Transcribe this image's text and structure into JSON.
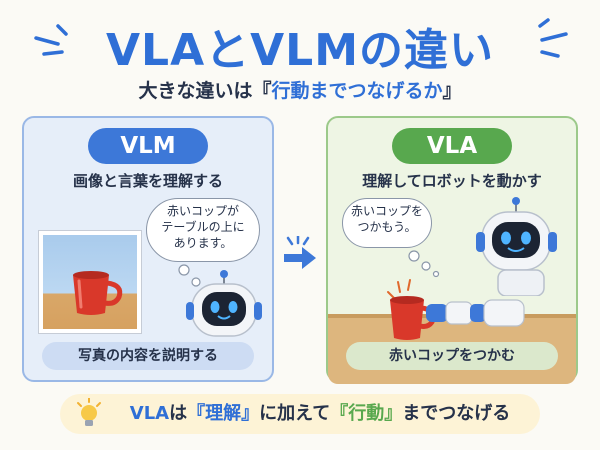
{
  "header": {
    "title": "VLAとVLMの違い",
    "subtitle_prefix": "大きな違いは『",
    "subtitle_highlight": "行動までつなげるか",
    "subtitle_suffix": "』"
  },
  "vlm": {
    "badge": "VLM",
    "heading": "画像と言葉を理解する",
    "bubble_lines": [
      "赤いコップが",
      "テーブルの上に",
      "あります。"
    ],
    "bottom_label": "写真の内容を説明する"
  },
  "vla": {
    "badge": "VLA",
    "heading": "理解してロボットを動かす",
    "bubble_lines": [
      "赤いコップを",
      "つかもう。"
    ],
    "bottom_label": "赤いコップをつかむ"
  },
  "footer": {
    "part1": "VLA",
    "part2": "は",
    "part3": "『理解』",
    "part4": "に加えて",
    "part5": "『行動』",
    "part6": "までつなげる"
  },
  "colors": {
    "title_blue": "#2f6fd6",
    "vlm_accent": "#3d78d8",
    "vla_accent": "#58a84e",
    "cup_red": "#d9382a"
  },
  "icons": [
    "robot-icon",
    "red-cup-icon",
    "right-arrow-icon",
    "lightbulb-icon",
    "sparkle-icon",
    "photo-frame-icon",
    "wooden-table-icon"
  ]
}
